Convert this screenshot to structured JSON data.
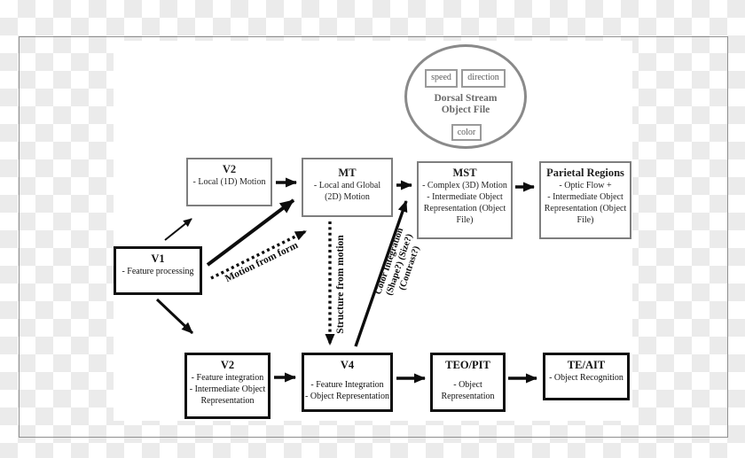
{
  "figure": {
    "ellipse": {
      "title_line1": "Dorsal Stream",
      "title_line2": "Object File",
      "chips": {
        "speed": "speed",
        "direction": "direction",
        "color": "color"
      }
    },
    "boxes": {
      "v2_top": {
        "title": "V2",
        "line1": "- Local (1D) Motion"
      },
      "mt": {
        "title": "MT",
        "line1": "- Local and Global",
        "line2": "(2D) Motion"
      },
      "mst": {
        "title": "MST",
        "line1": "- Complex (3D) Motion",
        "line2": "- Intermediate Object",
        "line3": "Representation (Object",
        "line4": "File)"
      },
      "parietal": {
        "title": "Parietal Regions",
        "line1": "- Optic Flow +",
        "line2": "- Intermediate Object",
        "line3": "Representation (Object",
        "line4": "File)"
      },
      "v1": {
        "title": "V1",
        "line1": "- Feature processing"
      },
      "v2_bottom": {
        "title": "V2",
        "line1": "- Feature integration",
        "line2": "- Intermediate Object",
        "line3": "Representation"
      },
      "v4": {
        "title": "V4",
        "line1": "- Feature Integration",
        "line2": "- Object Representation"
      },
      "teo_pit": {
        "title": "TEO/PIT",
        "line1": "- Object",
        "line2": "Representation"
      },
      "te_ait": {
        "title": "TE/AIT",
        "line1": "- Object Recognition"
      }
    },
    "arrow_labels": {
      "motion_from_form": "Motion from form",
      "structure_from_motion": "Structure from motion",
      "color_integration_line1": "Color Integration",
      "color_integration_line2": "(Shape?) (Size?)",
      "color_integration_line3": "(Contrast?)"
    },
    "colors": {
      "checker_gray": "#ebebeb",
      "frame_border": "#8f8f8f",
      "gray_box_border": "#7e7e7e",
      "black_box_border": "#101010",
      "ellipse_border": "#8a8a8a",
      "arrow_black": "#0d0d0d"
    }
  }
}
